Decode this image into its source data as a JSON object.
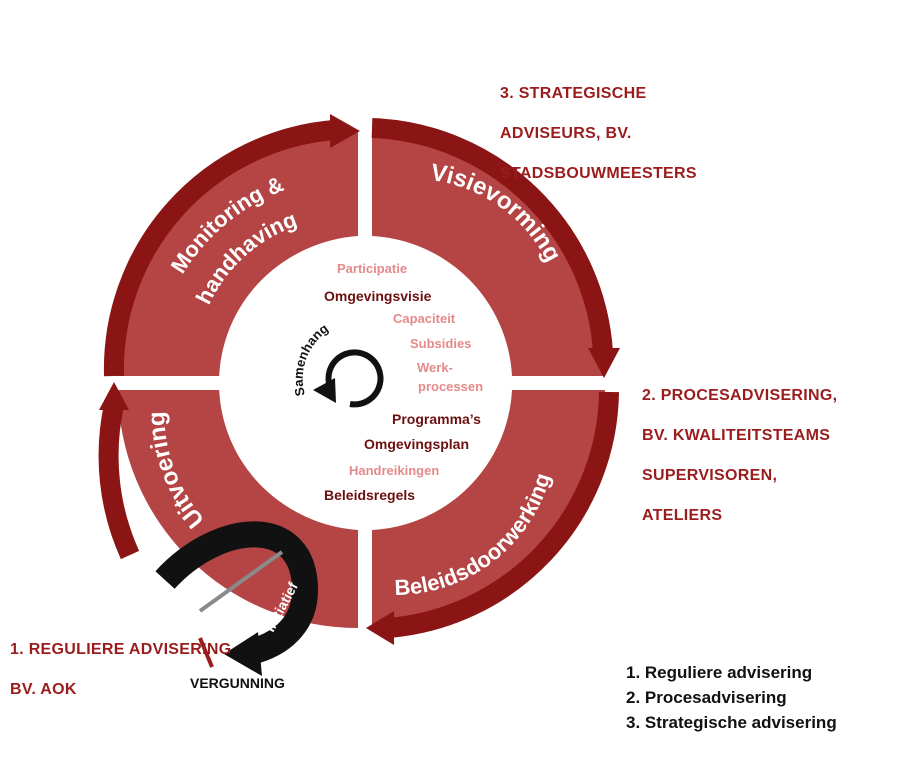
{
  "diagram": {
    "segments": {
      "visievorming": "Visievorming",
      "beleidsdoorwerking": "Beleidsdoorwerking",
      "uitvoering": "Uitvoering",
      "monitoring_line1": "Monitoring &",
      "monitoring_line2": "handhaving"
    },
    "center": {
      "samenhang": "Samenhang",
      "items": [
        {
          "text": "Participatie",
          "color": "#e58a8a"
        },
        {
          "text": "Omgevingsvisie",
          "color": "#6b0f0f"
        },
        {
          "text": "Capaciteit",
          "color": "#e58a8a"
        },
        {
          "text": "Subsidies",
          "color": "#e58a8a"
        },
        {
          "text": "Werk-",
          "color": "#e58a8a"
        },
        {
          "text": "processen",
          "color": "#e58a8a"
        },
        {
          "text": "Programma’s",
          "color": "#6b0f0f"
        },
        {
          "text": "Omgevingsplan",
          "color": "#6b0f0f"
        },
        {
          "text": "Handreikingen",
          "color": "#e58a8a"
        },
        {
          "text": "Beleidsregels",
          "color": "#6b0f0f"
        }
      ]
    },
    "initiatief": "Initiatief",
    "vergunning": "VERGUNNING"
  },
  "annotations": {
    "strategic": {
      "line1": "3. STRATEGISCHE",
      "line2": "ADVISEURS, BV.",
      "line3": "STADSBOUWMEESTERS"
    },
    "process": {
      "line1": "2. PROCESADVISERING,",
      "line2": "BV. KWALITEITSTEAMS",
      "line3": "SUPERVISOREN,",
      "line4": "ATELIERS"
    },
    "regular": {
      "line1": "1. REGULIERE ADVISERING",
      "line2": "BV. AOK"
    }
  },
  "legend": {
    "items": [
      "1. Reguliere advisering",
      "2. Procesadvisering",
      "3. Strategische advisering"
    ]
  },
  "colors": {
    "ring_fill": "#b54444",
    "arrow_dark": "#8b1414",
    "text_dark_red": "#6b0f0f",
    "text_light_red": "#e58a8a",
    "annotation_red": "#9b1c1c"
  }
}
